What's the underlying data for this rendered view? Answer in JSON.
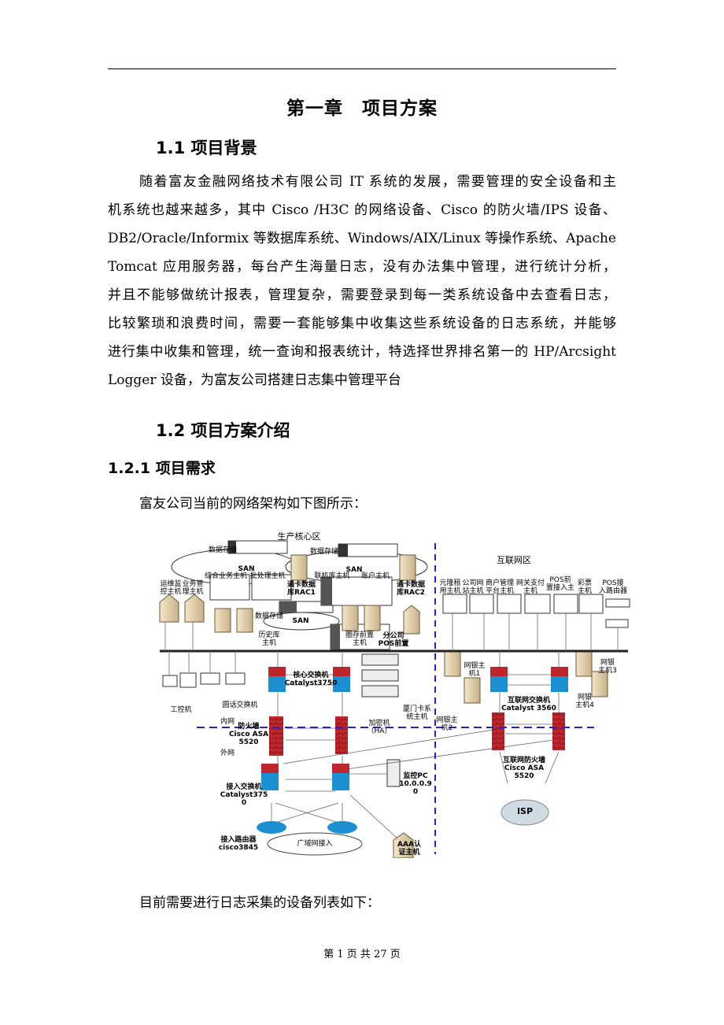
{
  "chapter_title": "第一章　项目方案",
  "section_1_1": "1.1 项目背景",
  "background_lines": [
    "随着富友金融网络技术有限公司 IT 系统的发展，需要管理的安全设备和主",
    "机系统也越来越多，其中 Cisco /H3C 的网络设备、Cisco 的防火墙/IPS 设备、",
    "DB2/Oracle/Informix 等数据库系统、Windows/AIX/Linux 等操作系统、Apache",
    "Tomcat 应用服务器，每台产生海量日志，没有办法集中管理，进行统计分析，",
    "并且不能够做统计报表，管理复杂，需要登录到每一类系统设备中去查看日志，",
    "比较繁琐和浪费时间，需要一套能够集中收集这些系统设备的日志系统，并能够",
    "进行集中收集和管理，统一查询和报表统计，特选择世界排名第一的 HP/Arcsight",
    "Logger 设备，为富友公司搭建日志集中管理平台"
  ],
  "section_1_2": "1.2 项目方案介绍",
  "section_1_2_1": "1.2.1 项目需求",
  "intro_text": "富友公司当前的网络架构如下图所示：",
  "diagram": {
    "zone_core": "生产核心区",
    "zone_internet": "互联网区",
    "storage_1": "数据存储",
    "storage_2": "数据存储",
    "storage_3": "数据存储",
    "san_1": "SAN",
    "san_2": "SAN",
    "san_3": "SAN",
    "host_general": "综合业务主机",
    "host_batch": "批处理主机",
    "host_rac1": "通卡数据\n库RAC1",
    "host_online": "联机库主机",
    "host_account": "账户主机",
    "host_rac2": "通卡数据\n库RAC2",
    "host_ops": "运维监\n控主机",
    "host_biz": "业务管\n理主机",
    "host_history": "历史库\n主机",
    "host_frontend": "圈存前置\n主机",
    "host_pos_branch": "分公司\nPOS前置",
    "core_switch": "核心交换机\nCatalyst3750",
    "ipc": "工控机",
    "voice_switch": "圆话交换机",
    "inner_net": "内网",
    "outer_net": "外网",
    "firewall": "防火墙\nCisco ASA\n5520",
    "encryptor": "加密机\n（HA）",
    "xiamen_host": "厦门卡系\n统主机",
    "ebank_1": "网银主\n机1",
    "ebank_2": "网银主\n机2",
    "ebank_3": "网银\n主机3",
    "ebank_4": "网银\n主机4",
    "internet_switch": "互联网交换机\nCatalyst 3560",
    "internet_firewall": "互联网防火墙\nCisco ASA\n5520",
    "access_switch": "接入交换机\nCatalyst375\n0",
    "monitor_pc": "监控PC\n10.0.0.9\n0",
    "isp": "ISP",
    "access_router": "接入路由器\ncisco3845",
    "wan": "广域网接入",
    "aaa_host": "AAA认\n证主机",
    "host_yuanlong": "元隆租\n用主机",
    "host_website": "公司网\n站主机",
    "host_merchant": "商户管理\n平台主机",
    "host_gateway": "网关支付\n主机",
    "host_pos_access": "POS前\n置接入主",
    "host_lottery": "彩票\n主机",
    "pos_router": "POS接\n入路由器"
  },
  "device_list_intro": "目前需要进行日志采集的设备列表如下：",
  "footer": "第 1 页 共 27 页"
}
